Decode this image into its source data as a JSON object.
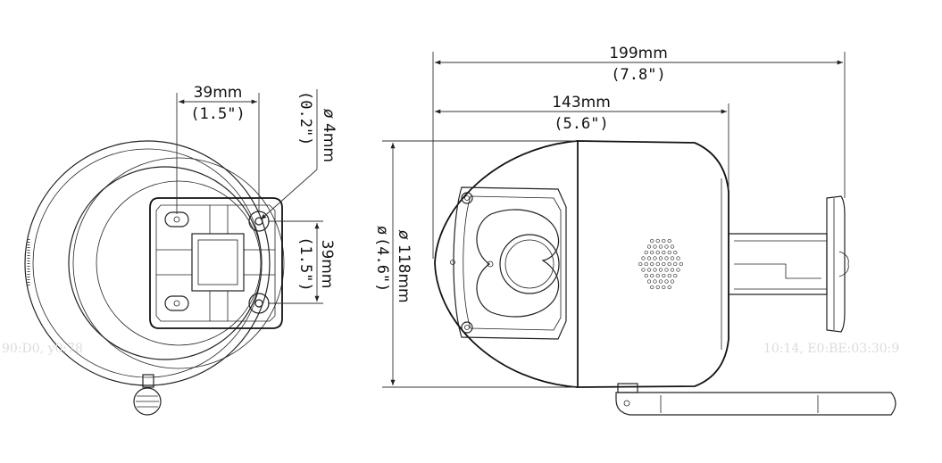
{
  "dimensions": {
    "overall_length": {
      "metric": "199mm",
      "imperial": "(7.8\")"
    },
    "body_length": {
      "metric": "143mm",
      "imperial": "(5.6\")"
    },
    "diameter": {
      "metric": "118mm",
      "imperial": "(4.6\")"
    },
    "mount_width": {
      "metric": "39mm",
      "imperial": "(1.5\")"
    },
    "mount_height": {
      "metric": "39mm",
      "imperial": "(1.5\")"
    },
    "hole_diameter": {
      "metric": "4mm",
      "imperial": "(0.2\")"
    }
  },
  "diameter_symbol": "ø",
  "watermarks": {
    "left": "90:D0, y0:78",
    "right": "10:14, E0:BE:03:30:9"
  }
}
